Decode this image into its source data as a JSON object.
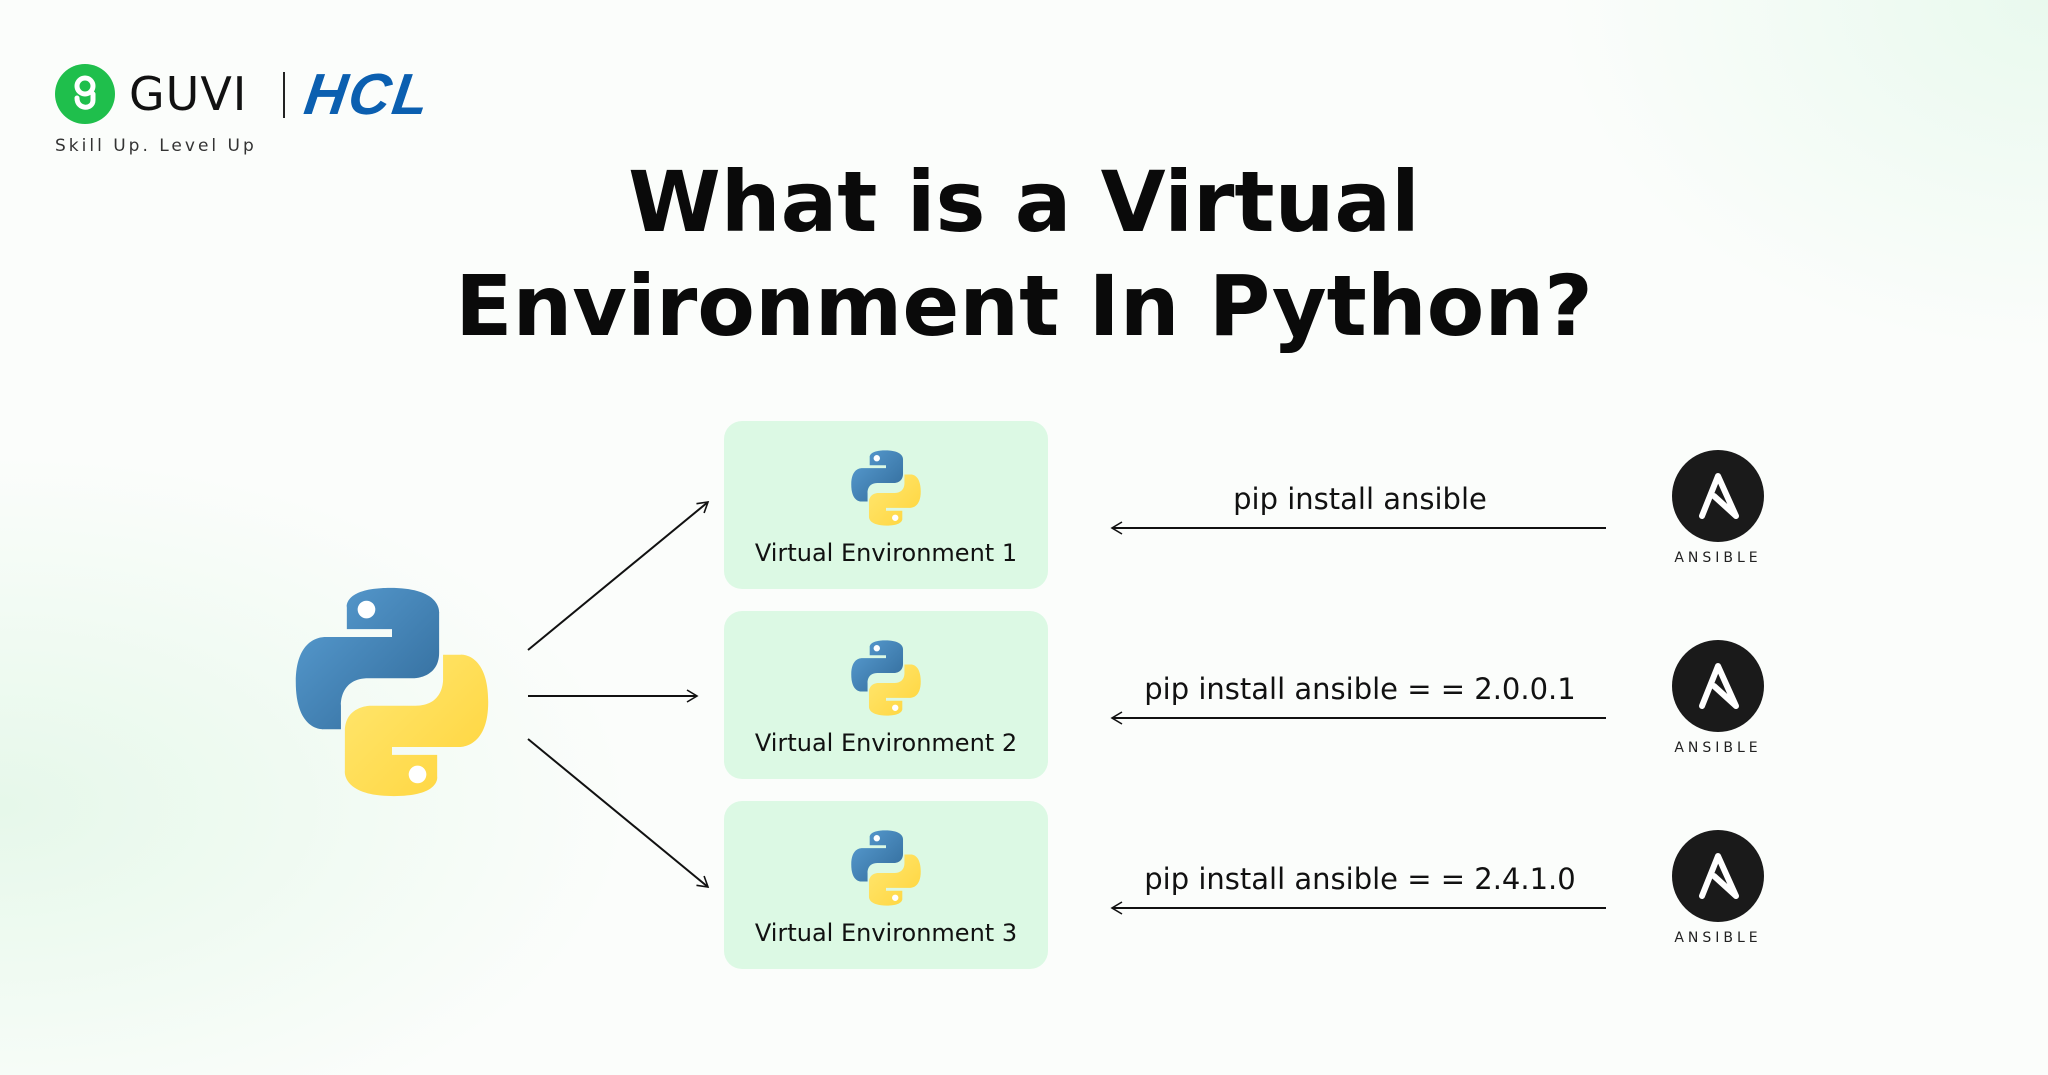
{
  "brand": {
    "guvi_name": "GUVI",
    "hcl_name": "HCL",
    "tagline": "Skill Up. Level Up"
  },
  "title": {
    "line1": "What is a Virtual",
    "line2": "Environment In Python?"
  },
  "environments": [
    {
      "label": "Virtual Environment 1"
    },
    {
      "label": "Virtual Environment 2"
    },
    {
      "label": "Virtual Environment 3"
    }
  ],
  "commands": [
    {
      "text": "pip install ansible"
    },
    {
      "text": "pip install ansible = = 2.0.0.1"
    },
    {
      "text": "pip install ansible = = 2.4.1.0"
    }
  ],
  "ansible_word": "ANSIBLE",
  "icons": [
    "python-icon",
    "ansible-icon",
    "guvi-logo-icon"
  ],
  "colors": {
    "guvi_green": "#1fbf4c",
    "hcl_blue": "#0b5fb0",
    "env_box": "#dcf9e4",
    "python_blue": "#3a6fa5",
    "python_yellow": "#ffd43b",
    "ansible_dark": "#1a1a1a"
  }
}
